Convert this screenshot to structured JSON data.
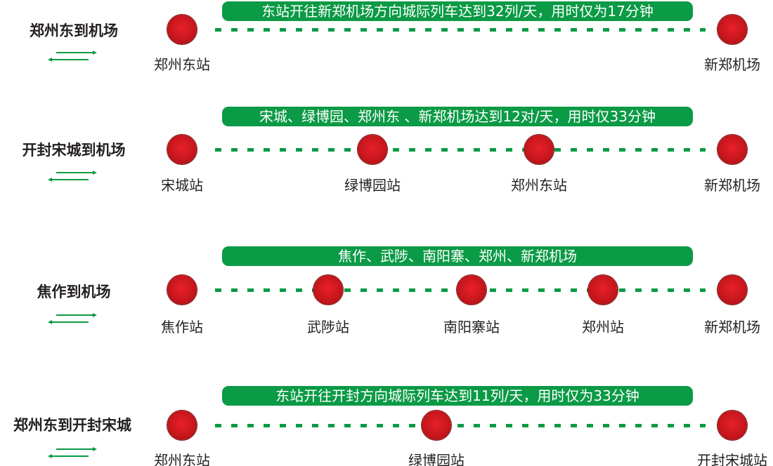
{
  "colors": {
    "green": "#0b9a45",
    "station": "#c4161c",
    "text": "#231f20"
  },
  "routes": [
    {
      "title": "郑州东到机场",
      "banner": "东站开往新郑机场方向城际列车达到32列/天，用时仅为17分钟",
      "stations": [
        "郑州东站",
        "新郑机场"
      ]
    },
    {
      "title": "开封宋城到机场",
      "banner": "宋城、绿博园、郑州东 、新郑机场达到12对/天，用时仅33分钟",
      "stations": [
        "宋城站",
        "绿博园站",
        "郑州东站",
        "新郑机场"
      ]
    },
    {
      "title": "焦作到机场",
      "banner": "焦作、武陟、南阳寨、郑州、新郑机场",
      "stations": [
        "焦作站",
        "武陟站",
        "南阳寨站",
        "郑州站",
        "新郑机场"
      ]
    },
    {
      "title": "郑州东到开封宋城",
      "banner": "东站开往开封方向城际列车达到11列/天，用时仅为33分钟",
      "stations": [
        "郑州东站",
        "绿博园站",
        "开封宋城站"
      ]
    }
  ]
}
